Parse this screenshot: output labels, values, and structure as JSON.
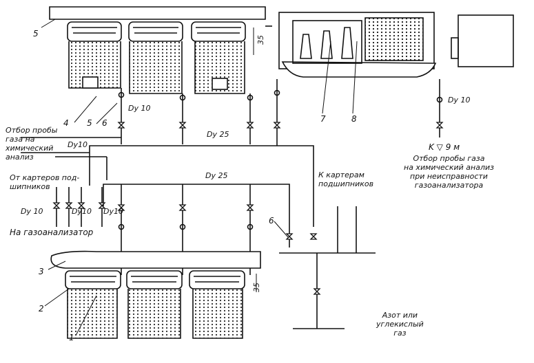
{
  "labels": {
    "dy10_top": "Dy 10",
    "dy10_right": "Dy 10",
    "dy25_upper": "Dy 25",
    "dy25_lower": "Dy 25",
    "sample_line1": "Отбор пробы",
    "sample_line2": "газа на",
    "sample_line3": "химический",
    "sample_line4": "анализ",
    "dy10_sample": "Dy10",
    "bearing_line1": "От картеров под-",
    "bearing_line2": "шипников",
    "dy10_a": "Dy 10",
    "dy10_b": "Dy10",
    "dy10_c": "Dy10",
    "gas_analyzer": "На газоанализатор",
    "to_bearings_line1": "К картерам",
    "to_bearings_line2": "подшипников",
    "level": "K ▽ 9 м",
    "right_note_line1": "Отбор пробы газа",
    "right_note_line2": "на химический анализ",
    "right_note_line3": "при неисправности",
    "right_note_line4": "газоанализатора",
    "nitrogen_line1": "Азот или",
    "nitrogen_line2": "углекислый",
    "nitrogen_line3": "газ",
    "dim_top": "35",
    "dim_bottom": "35"
  },
  "callouts": {
    "n1": "1",
    "n2": "2",
    "n3": "3",
    "n4": "4",
    "n5_left": "5",
    "n5_top": "5",
    "n6_left": "6",
    "n6_right": "6",
    "n7": "7",
    "n8": "8"
  }
}
